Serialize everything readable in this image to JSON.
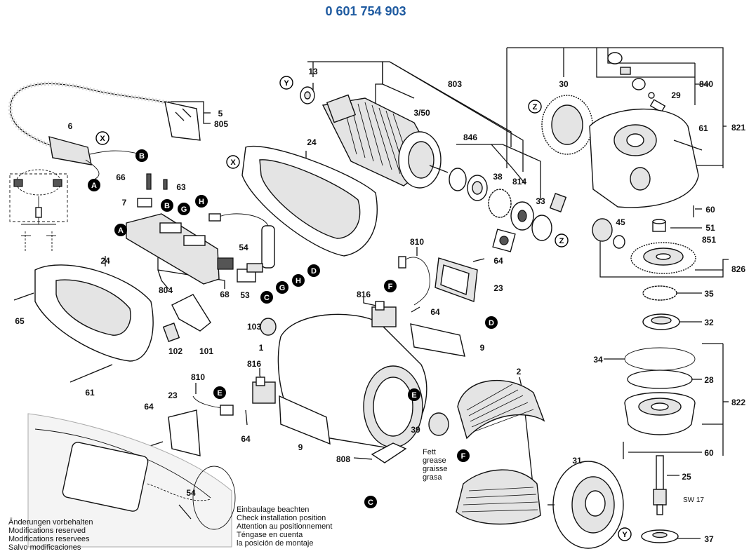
{
  "header": {
    "part_number": "0 601 754 903"
  },
  "part_labels": [
    {
      "id": "p13",
      "text": "13"
    },
    {
      "id": "p803",
      "text": "803"
    },
    {
      "id": "p3_50",
      "text": "3/50"
    },
    {
      "id": "p30",
      "text": "30"
    },
    {
      "id": "p840",
      "text": "840"
    },
    {
      "id": "p29",
      "text": "29"
    },
    {
      "id": "p821",
      "text": "821"
    },
    {
      "id": "p61a",
      "text": "61"
    },
    {
      "id": "p60a",
      "text": "60"
    },
    {
      "id": "p51",
      "text": "51"
    },
    {
      "id": "p851",
      "text": "851"
    },
    {
      "id": "p45",
      "text": "45"
    },
    {
      "id": "p826",
      "text": "826"
    },
    {
      "id": "p35",
      "text": "35"
    },
    {
      "id": "p32",
      "text": "32"
    },
    {
      "id": "p34",
      "text": "34"
    },
    {
      "id": "p28",
      "text": "28"
    },
    {
      "id": "p822",
      "text": "822"
    },
    {
      "id": "p60b",
      "text": "60"
    },
    {
      "id": "p25",
      "text": "25"
    },
    {
      "id": "psw17",
      "text": "SW 17"
    },
    {
      "id": "p37",
      "text": "37"
    },
    {
      "id": "p846",
      "text": "846"
    },
    {
      "id": "p38",
      "text": "38"
    },
    {
      "id": "p814",
      "text": "814"
    },
    {
      "id": "p33",
      "text": "33"
    },
    {
      "id": "p24a",
      "text": "24"
    },
    {
      "id": "p5",
      "text": "5"
    },
    {
      "id": "p805",
      "text": "805"
    },
    {
      "id": "p6",
      "text": "6"
    },
    {
      "id": "p66",
      "text": "66"
    },
    {
      "id": "p63",
      "text": "63"
    },
    {
      "id": "p7",
      "text": "7"
    },
    {
      "id": "p54a",
      "text": "54"
    },
    {
      "id": "p810a",
      "text": "810"
    },
    {
      "id": "p64a",
      "text": "64"
    },
    {
      "id": "p23a",
      "text": "23"
    },
    {
      "id": "p816a",
      "text": "816"
    },
    {
      "id": "p64b",
      "text": "64"
    },
    {
      "id": "p24b",
      "text": "24"
    },
    {
      "id": "p804",
      "text": "804"
    },
    {
      "id": "p68",
      "text": "68"
    },
    {
      "id": "p53",
      "text": "53"
    },
    {
      "id": "p65",
      "text": "65"
    },
    {
      "id": "p102",
      "text": "102"
    },
    {
      "id": "p101",
      "text": "101"
    },
    {
      "id": "p61b",
      "text": "61"
    },
    {
      "id": "p103",
      "text": "103"
    },
    {
      "id": "p1",
      "text": "1"
    },
    {
      "id": "p9a",
      "text": "9"
    },
    {
      "id": "p2",
      "text": "2"
    },
    {
      "id": "p816b",
      "text": "816"
    },
    {
      "id": "p810b",
      "text": "810"
    },
    {
      "id": "p23b",
      "text": "23"
    },
    {
      "id": "p64c",
      "text": "64"
    },
    {
      "id": "p64d",
      "text": "64"
    },
    {
      "id": "p9b",
      "text": "9"
    },
    {
      "id": "p39",
      "text": "39"
    },
    {
      "id": "p808",
      "text": "808"
    },
    {
      "id": "p31",
      "text": "31"
    },
    {
      "id": "p54b",
      "text": "54"
    }
  ],
  "markers": {
    "A": "A",
    "B": "B",
    "C": "C",
    "D": "D",
    "E": "E",
    "F": "F",
    "G": "G",
    "H": "H",
    "X": "X",
    "Y": "Y",
    "Z": "Z"
  },
  "grease_note": [
    "Fett",
    "grease",
    "graisse",
    "grasa"
  ],
  "install_note": [
    "Einbaulage beachten",
    "Check installation position",
    "Attention au positionnement",
    "Téngase en cuenta",
    "la posición de montaje"
  ],
  "modifications_note": [
    "Änderungen vorbehalten",
    "Modifications reserved",
    "Modifications reservees",
    "Salvo modificaciones"
  ]
}
